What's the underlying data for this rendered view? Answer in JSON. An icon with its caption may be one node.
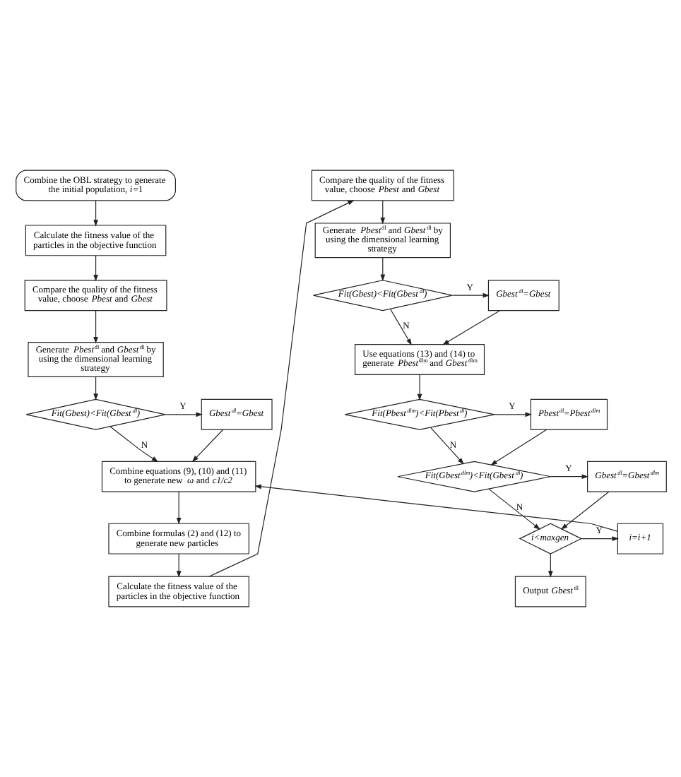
{
  "diagram": {
    "nodes": [
      {
        "text": [
          "Combine the OBL strategy to generate the initial population, *i*=1"
        ]
      },
      {
        "text": [
          "Calculate the fitness value of the particles in the objective function"
        ]
      },
      {
        "text": [
          "Compare the quality of the fitness value, choose *Pbest* and *Gbest*"
        ]
      },
      {
        "text": [
          "Generate *Pbest*$^{dl}$ and *Gbest*$^{dl}$ by using the dimensional learning strategy"
        ]
      },
      {
        "text": [
          "Fit(Gbest)<Fit(Gbest$^{dl}$)"
        ]
      },
      {
        "text": [
          "Gbest$^{dl}$=Gbest"
        ]
      },
      {
        "text": [
          "Combine equations (9), (10) and (11) to generate new *ω* and *c1/c2*"
        ]
      },
      {
        "text": [
          "Combine formulas (2) and (12) to generate new particles"
        ]
      },
      {
        "text": [
          "Calculate the fitness value of the particles in the objective function"
        ]
      },
      {
        "text": [
          "Compare the quality of the fitness value, choose *Pbest* and *Gbest*"
        ]
      },
      {
        "text": [
          "Generate *Pbest*$^{dl}$ and *Gbest*$^{dl}$ by using the dimensional learning strategy"
        ]
      },
      {
        "text": [
          "Fit(Gbest)<Fit(Gbest$^{dl}$)"
        ]
      },
      {
        "text": [
          "Gbest$^{dl}$=Gbest"
        ]
      },
      {
        "text": [
          "Use equations (13) and (14) to generate *Pbest*$^{dlm}$ and *Gbest*$^{dlm}$"
        ]
      },
      {
        "text": [
          "Fit(Pbest$^{dlm}$)<Fit(Pbest$^{dl}$)"
        ]
      },
      {
        "text": [
          "Pbest$^{dl}$=Pbest$^{dlm}$"
        ]
      },
      {
        "text": [
          "Fit(Gbest$^{dlm}$)<Fit(Gbest$^{dl}$)"
        ]
      },
      {
        "text": [
          "Gbest$^{dl}$=Gbest$^{dlm}$"
        ]
      },
      {
        "text": [
          "i<maxgen"
        ]
      },
      {
        "text": [
          "i=i+1"
        ]
      },
      {
        "text": [
          "Output *Gbest*$^{dl}$"
        ]
      }
    ],
    "edges": [
      {
        "from": 0,
        "to": 1,
        "arrow": "to"
      },
      {
        "from": 1,
        "to": 2,
        "arrow": "to"
      },
      {
        "from": 2,
        "to": 3,
        "arrow": "to"
      },
      {
        "from": 3,
        "to": 4,
        "arrow": "to"
      },
      {
        "from": 4,
        "to": 5,
        "arrow": "to",
        "label": "Y"
      },
      {
        "from": 4,
        "to": 6,
        "arrow": "to",
        "label": "N"
      },
      {
        "from": 5,
        "to": 6,
        "arrow": "to"
      },
      {
        "from": 6,
        "to": 7,
        "arrow": "to"
      },
      {
        "from": 7,
        "to": 8,
        "arrow": "to"
      },
      {
        "from": 8,
        "to": 9,
        "arrow": "to"
      },
      {
        "from": 9,
        "to": 10,
        "arrow": "to"
      },
      {
        "from": 10,
        "to": 11,
        "arrow": "to"
      },
      {
        "from": 11,
        "to": 12,
        "arrow": "to",
        "label": "Y"
      },
      {
        "from": 11,
        "to": 13,
        "arrow": "to",
        "label": "N"
      },
      {
        "from": 12,
        "to": 13,
        "arrow": "to"
      },
      {
        "from": 13,
        "to": 14,
        "arrow": "to"
      },
      {
        "from": 14,
        "to": 15,
        "arrow": "to",
        "label": "Y"
      },
      {
        "from": 14,
        "to": 16,
        "arrow": "to",
        "label": "N"
      },
      {
        "from": 15,
        "to": 16,
        "arrow": "to"
      },
      {
        "from": 16,
        "to": 17,
        "arrow": "to",
        "label": "Y"
      },
      {
        "from": 16,
        "to": 18,
        "arrow": "to",
        "label": "N"
      },
      {
        "from": 17,
        "to": 18,
        "arrow": "to"
      },
      {
        "from": 18,
        "to": 19,
        "arrow": "to",
        "label": "Y"
      },
      {
        "from": 19,
        "to": 6,
        "arrow": "to"
      },
      {
        "from": 18,
        "to": 20,
        "arrow": "to"
      }
    ]
  }
}
